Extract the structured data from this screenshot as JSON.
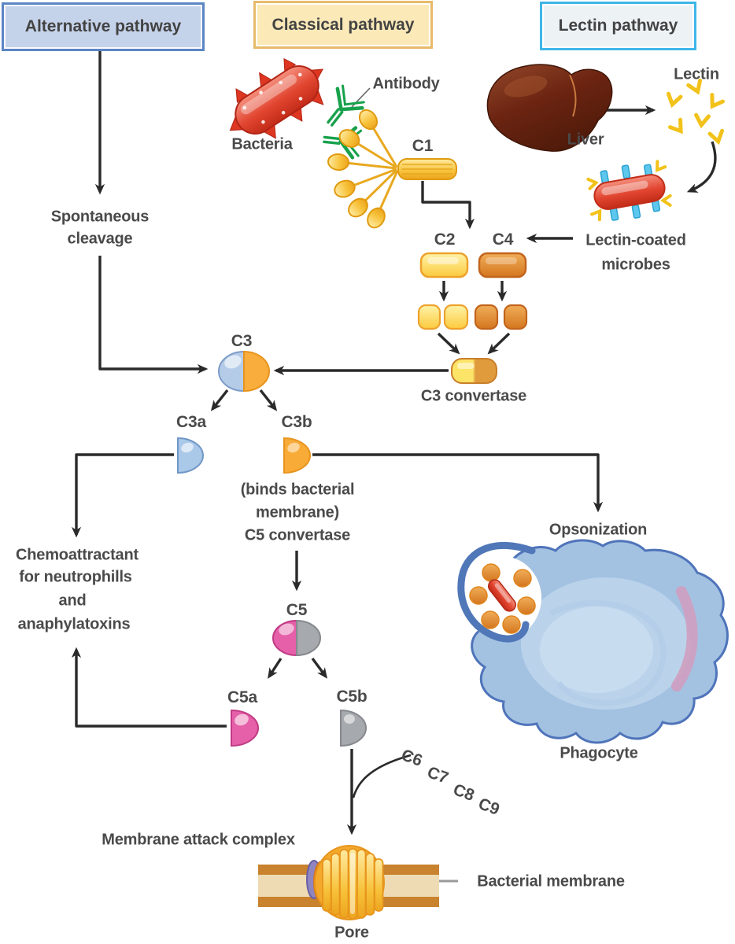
{
  "headers": {
    "alternative": "Alternative pathway",
    "classical": "Classical pathway",
    "lectin": "Lectin pathway"
  },
  "classical_items": {
    "bacteria": "Bacteria",
    "antibody": "Antibody",
    "c1": "C1"
  },
  "lectin_items": {
    "liver": "Liver",
    "lectin": "Lectin",
    "microbes_line1": "Lectin-coated",
    "microbes_line2": "microbes"
  },
  "alternative_items": {
    "cleavage_line1": "Spontaneous",
    "cleavage_line2": "cleavage"
  },
  "cascade": {
    "c2": "C2",
    "c4": "C4",
    "c3_convertase": "C3 convertase",
    "c3": "C3",
    "c3a": "C3a",
    "c3b": "C3b",
    "c3b_note": [
      "(binds bacterial",
      "membrane)",
      "C5 convertase"
    ],
    "c5": "C5",
    "c5a": "C5a",
    "c5b": "C5b",
    "c6": "C6",
    "c7": "C7",
    "c8": "C8",
    "c9": "C9"
  },
  "outcomes": {
    "chemoattractant_lines": [
      "Chemoattractant",
      "for neutrophills",
      "and",
      "anaphylatoxins"
    ],
    "opsonization": "Opsonization",
    "phagocyte": "Phagocyte",
    "membrane_attack_complex": "Membrane attack complex",
    "bacterial_membrane": "Bacterial membrane",
    "pore": "Pore"
  },
  "colors": {
    "arrow": "#2a2a2a",
    "alternative_box_fill": "#c5d3ea",
    "alternative_box_border": "#5c85c4",
    "classical_box_fill": "#fbe9b8",
    "classical_box_border": "#e7ba6a",
    "lectin_box_fill": "#edf2f5",
    "lectin_box_border": "#3fb6e8",
    "bacteria_red": "#e0402e",
    "antibody_green": "#17a14b",
    "c1_gold": "#f6bd2a",
    "liver_brown": "#64230f",
    "lectin_yellow": "#f2c21a",
    "microbe_cyan": "#5ec7ee",
    "c2_yellow": "#fbca3e",
    "c4_orange": "#d4761f",
    "c3a_blue": "#aac8e8",
    "c3b_orange": "#f8ab36",
    "c5a_pink": "#e560a8",
    "c5b_gray": "#a6a9ad",
    "phagocyte_blue": "#a3c2e2",
    "membrane_tan": "#c9822e",
    "pore_gold": "#f7c23a"
  }
}
